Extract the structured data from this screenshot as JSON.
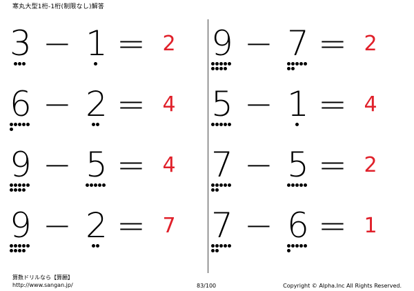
{
  "header": {
    "title": "寒丸大型1桁-1桁(制限なし)解答"
  },
  "colors": {
    "answer": "#e0202a",
    "text": "#000000"
  },
  "operators": {
    "minus": "−",
    "equals": "="
  },
  "problems": [
    {
      "a": "3",
      "b": "1",
      "answer": "2"
    },
    {
      "a": "6",
      "b": "2",
      "answer": "4"
    },
    {
      "a": "9",
      "b": "5",
      "answer": "4"
    },
    {
      "a": "9",
      "b": "2",
      "answer": "7"
    },
    {
      "a": "9",
      "b": "7",
      "answer": "2"
    },
    {
      "a": "5",
      "b": "1",
      "answer": "4"
    },
    {
      "a": "7",
      "b": "5",
      "answer": "2"
    },
    {
      "a": "7",
      "b": "6",
      "answer": "1"
    }
  ],
  "footer": {
    "site_name": "算数ドリルなら【算願】",
    "url": "http://www.sangan.jp/",
    "page": "83/100",
    "copyright": "Copyright © Alpha.Inc All Rights Reserved."
  }
}
